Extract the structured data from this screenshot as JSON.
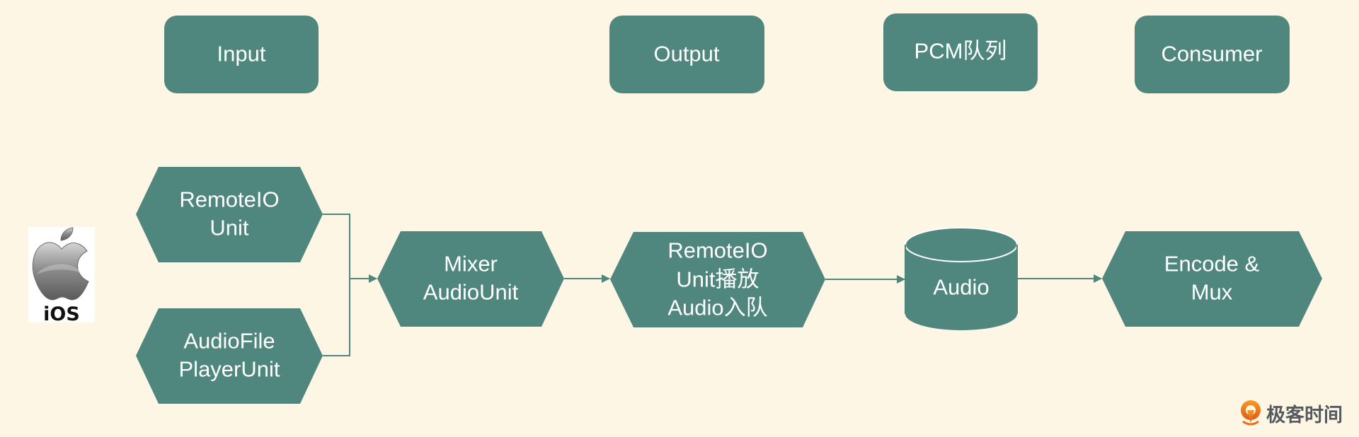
{
  "colors": {
    "background": "#FDF6E4",
    "node_fill": "#4F877F",
    "node_text": "#FFFFFF",
    "connector": "#4F877F",
    "logo_orange": "#E8701A"
  },
  "headers": [
    {
      "id": "input",
      "label": "Input"
    },
    {
      "id": "output",
      "label": "Output"
    },
    {
      "id": "pcm-queue",
      "label": "PCM队列"
    },
    {
      "id": "consumer",
      "label": "Consumer"
    }
  ],
  "platform": {
    "icon": "apple-icon",
    "label": "iOS"
  },
  "nodes": [
    {
      "id": "remoteio-unit",
      "shape": "hexagon",
      "lines": [
        "RemoteIO",
        "Unit"
      ]
    },
    {
      "id": "audiofile-player-unit",
      "shape": "hexagon",
      "lines": [
        "AudioFile",
        "PlayerUnit"
      ]
    },
    {
      "id": "mixer-audiounit",
      "shape": "hexagon",
      "lines": [
        "Mixer",
        "AudioUnit"
      ]
    },
    {
      "id": "remoteio-play-enqueue",
      "shape": "hexagon",
      "lines": [
        "RemoteIO",
        "Unit播放",
        "Audio入队"
      ]
    },
    {
      "id": "audio-queue",
      "shape": "cylinder",
      "lines": [
        "Audio"
      ]
    },
    {
      "id": "encode-mux",
      "shape": "hexagon",
      "lines": [
        "Encode &",
        "Mux"
      ]
    }
  ],
  "edges": [
    {
      "from": "remoteio-unit",
      "to": "mixer-audiounit"
    },
    {
      "from": "audiofile-player-unit",
      "to": "mixer-audiounit"
    },
    {
      "from": "mixer-audiounit",
      "to": "remoteio-play-enqueue"
    },
    {
      "from": "remoteio-play-enqueue",
      "to": "audio-queue"
    },
    {
      "from": "audio-queue",
      "to": "encode-mux"
    }
  ],
  "watermark": {
    "icon": "geektime-logo-icon",
    "text": "极客时间"
  }
}
